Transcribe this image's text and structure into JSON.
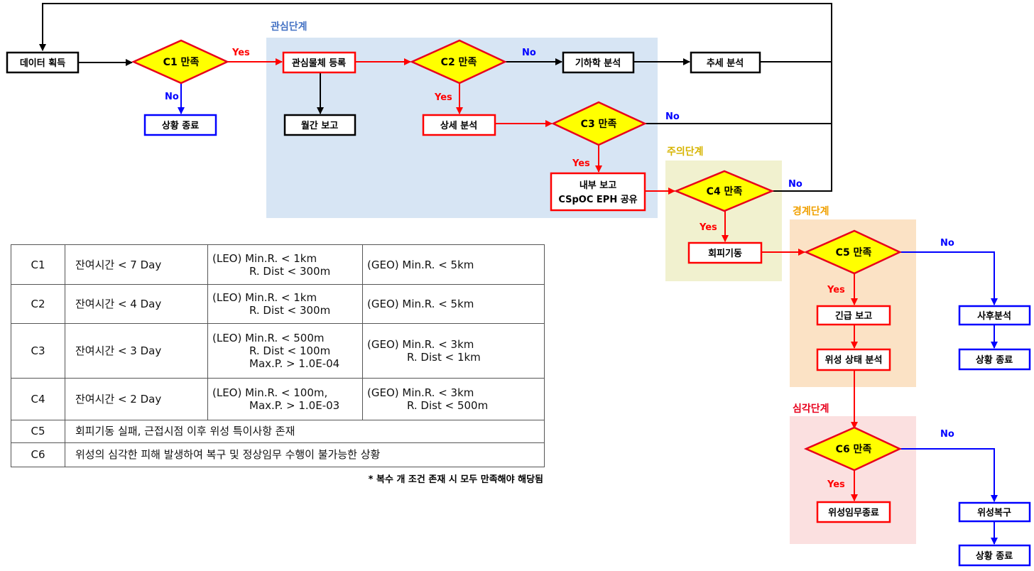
{
  "stages": {
    "interest": "관심단계",
    "caution": "주의단계",
    "warning": "경계단계",
    "severe": "심각단계"
  },
  "boxes": {
    "data_acquisition": "데이터 획득",
    "end_c1": "상황 종료",
    "register_object": "관심물체 등록",
    "monthly_report": "월간 보고",
    "geometry_analysis": "기하학 분석",
    "trend_analysis": "추세 분석",
    "detailed_analysis": "상세 분석",
    "internal_report_1": "내부 보고",
    "internal_report_2": "CSpOC EPH 공유",
    "avoidance_maneuver": "회피기동",
    "urgent_report": "긴급 보고",
    "satellite_status": "위성 상태 분석",
    "post_analysis": "사후분석",
    "end_c5": "상황 종료",
    "mission_end": "위성임무종료",
    "satellite_recovery": "위성복구",
    "end_c6": "상황 종료"
  },
  "decisions": {
    "c1": "C1 만족",
    "c2": "C2 만족",
    "c3": "C3 만족",
    "c4": "C4 만족",
    "c5": "C5 만족",
    "c6": "C6 만족"
  },
  "labels": {
    "yes": "Yes",
    "no": "No"
  },
  "colors": {
    "decision_fill": "#ffff00",
    "decision_stroke": "#e8001c",
    "red": "#ff0000",
    "blue": "#0000ff",
    "black": "#000000",
    "interest_bg": "#d7e5f4",
    "caution_bg": "#f1f1cf",
    "warning_bg": "#fbe2c5",
    "severe_bg": "#fbe0e0",
    "interest_title": "#4472c4",
    "caution_title": "#d7b400",
    "warning_title": "#f0a000",
    "severe_title": "#e8001c"
  },
  "criteria": [
    {
      "id": "C1",
      "remaining": "잔여시간 < 7 Day",
      "leo": [
        "(LEO) Min.R. < 1km",
        "R. Dist < 300m"
      ],
      "geo": [
        "(GEO) Min.R. < 5km"
      ]
    },
    {
      "id": "C2",
      "remaining": "잔여시간 < 4 Day",
      "leo": [
        "(LEO) Min.R. < 1km",
        "R. Dist < 300m"
      ],
      "geo": [
        "(GEO) Min.R. < 5km"
      ]
    },
    {
      "id": "C3",
      "remaining": "잔여시간 < 3 Day",
      "leo": [
        "(LEO) Min.R. < 500m",
        "R. Dist < 100m",
        "Max.P. > 1.0E-04"
      ],
      "geo": [
        "(GEO) Min.R. < 3km",
        "R. Dist < 1km"
      ]
    },
    {
      "id": "C4",
      "remaining": "잔여시간 < 2 Day",
      "leo": [
        "(LEO) Min.R. < 100m,",
        "Max.P. > 1.0E-03"
      ],
      "geo": [
        "(GEO) Min.R. < 3km",
        "R. Dist < 500m"
      ]
    },
    {
      "id": "C5",
      "description": "회피기동 실패, 근접시점 이후 위성 특이사항 존재"
    },
    {
      "id": "C6",
      "description": "위성의 심각한 피해 발생하여 복구 및 정상임무 수행이 불가능한 상황"
    }
  ],
  "note": "* 복수 개 조건 존재 시 모두 만족해야 해당됨"
}
